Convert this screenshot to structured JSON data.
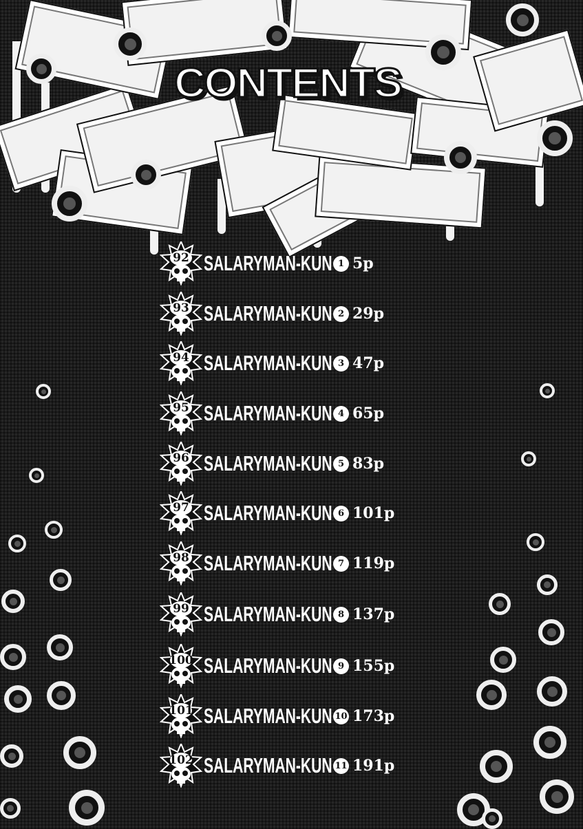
{
  "title": "CONTENTS",
  "entries": [
    {
      "chapter": "92",
      "title": "SALARYMAN-KUN",
      "part": "1",
      "page": "5p"
    },
    {
      "chapter": "93",
      "title": "SALARYMAN-KUN",
      "part": "2",
      "page": "29p"
    },
    {
      "chapter": "94",
      "title": "SALARYMAN-KUN",
      "part": "3",
      "page": "47p"
    },
    {
      "chapter": "95",
      "title": "SALARYMAN-KUN",
      "part": "4",
      "page": "65p"
    },
    {
      "chapter": "96",
      "title": "SALARYMAN-KUN",
      "part": "5",
      "page": "83p"
    },
    {
      "chapter": "97",
      "title": "SALARYMAN-KUN",
      "part": "6",
      "page": "101p"
    },
    {
      "chapter": "98",
      "title": "SALARYMAN-KUN",
      "part": "7",
      "page": "119p"
    },
    {
      "chapter": "99",
      "title": "SALARYMAN-KUN",
      "part": "8",
      "page": "137p"
    },
    {
      "chapter": "100",
      "title": "SALARYMAN-KUN",
      "part": "9",
      "page": "155p"
    },
    {
      "chapter": "101",
      "title": "SALARYMAN-KUN",
      "part": "10",
      "page": "173p"
    },
    {
      "chapter": "102",
      "title": "SALARYMAN-KUN",
      "part": "11",
      "page": "191p"
    }
  ]
}
